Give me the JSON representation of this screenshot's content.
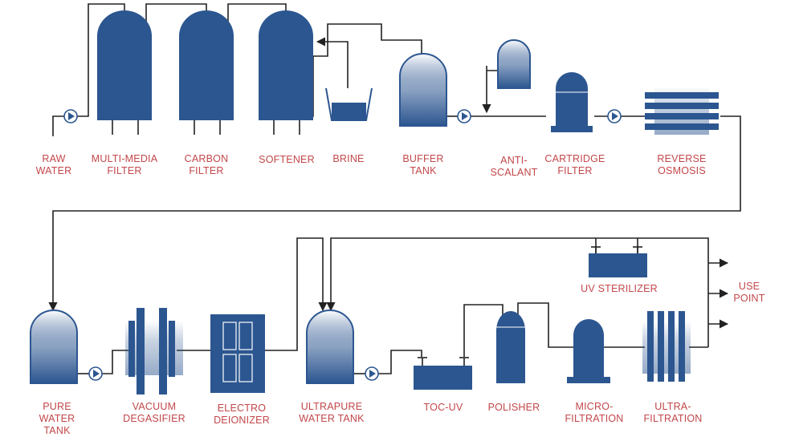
{
  "colors": {
    "equipment": "#2c5690",
    "pipe": "#222222",
    "label": "#c2474a",
    "background": "#ffffff"
  },
  "labels": {
    "raw_water": "RAW\nWATER",
    "multi_media_filter": "MULTI-MEDIA\nFILTER",
    "carbon_filter": "CARBON\nFILTER",
    "softener": "SOFTENER",
    "brine": "BRINE",
    "buffer_tank": "BUFFER\nTANK",
    "anti_scalant": "ANTI-\nSCALANT",
    "cartridge_filter": "CARTRIDGE\nFILTER",
    "reverse_osmosis": "REVERSE\nOSMOSIS",
    "pure_water_tank": "PURE\nWATER\nTANK",
    "vacuum_degasifier": "VACUUM\nDEGASIFIER",
    "electro_deionizer": "ELECTRO\nDEIONIZER",
    "ultrapure_water_tank": "ULTRAPURE\nWATER TANK",
    "toc_uv": "TOC-UV",
    "polisher": "POLISHER",
    "micro_filtration": "MICRO-\nFILTRATION",
    "ultra_filtration": "ULTRA-\nFILTRATION",
    "uv_sterilizer": "UV STERILIZER",
    "use_point": "USE\nPOINT"
  }
}
